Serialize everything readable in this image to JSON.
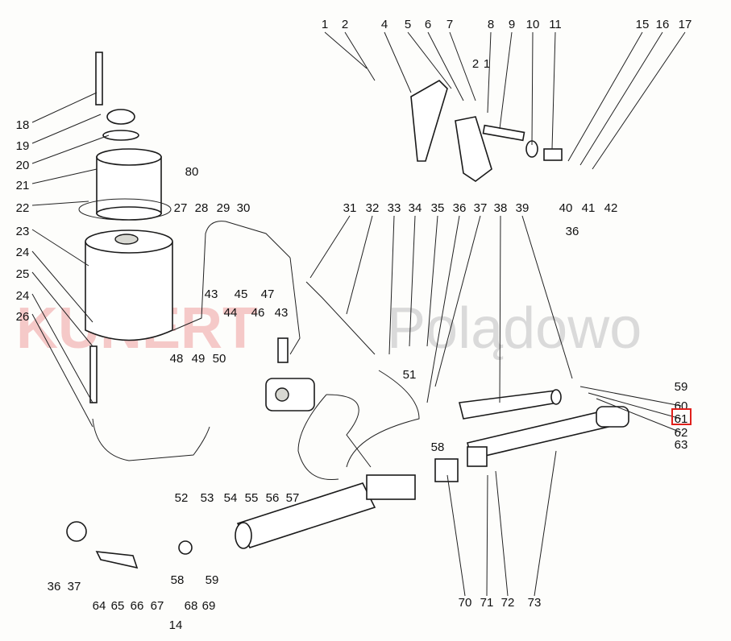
{
  "watermark": {
    "brand": "KUNERT",
    "place": "Polądowo",
    "brand_color": "#f3b8b8",
    "place_color": "#cfcfcf"
  },
  "highlight": {
    "label": "61",
    "color": "#e0201c"
  },
  "labels": [
    "1",
    "2",
    "4",
    "5",
    "6",
    "7",
    "8",
    "9",
    "10",
    "11",
    "15",
    "16",
    "17",
    "2",
    "1",
    "18",
    "19",
    "20",
    "21",
    "22",
    "80",
    "23",
    "24",
    "25",
    "24",
    "26",
    "27",
    "28",
    "29",
    "30",
    "31",
    "32",
    "33",
    "34",
    "35",
    "36",
    "37",
    "38",
    "39",
    "40",
    "41",
    "42",
    "36",
    "43",
    "45",
    "47",
    "44",
    "46",
    "43",
    "48",
    "49",
    "50",
    "51",
    "59",
    "60",
    "61",
    "62",
    "63",
    "58",
    "52",
    "53",
    "54",
    "55",
    "56",
    "57",
    "58",
    "59",
    "36",
    "37",
    "64",
    "65",
    "66",
    "67",
    "68",
    "69",
    "14",
    "70",
    "71",
    "72",
    "73"
  ]
}
